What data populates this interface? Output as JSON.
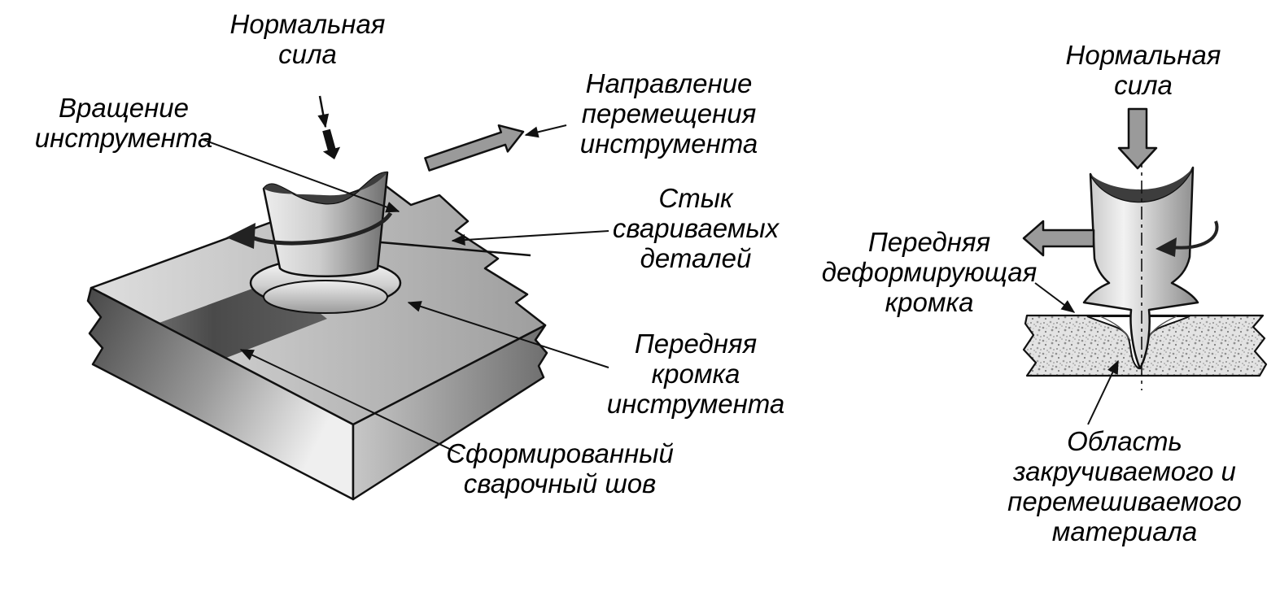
{
  "palette": {
    "outline": "#111111",
    "arrow_fill": "#9a9a9a",
    "seam_dark": "#4a4a4a",
    "metal_light": "#f0f0f0",
    "metal_dark": "#6a6a6a",
    "background": "#ffffff"
  },
  "left_diagram": {
    "labels": {
      "normal_force": "Нормальная\nсила",
      "tool_rotation": "Вращение\nинструмента",
      "movement_direction": "Направление\nперемещения\nинструмента",
      "joint": "Стык\nсвариваемых\nдеталей",
      "front_edge": "Передняя\nкромка\nинструмента",
      "weld_seam": "Сформированный\nсварочный шов"
    }
  },
  "right_diagram": {
    "labels": {
      "normal_force": "Нормальная\nсила",
      "front_deforming_edge": "Передняя\nдеформирующая\nкромка",
      "stirred_area": "Область\nзакручиваемого и\nперемешиваемого\nматериала"
    }
  }
}
